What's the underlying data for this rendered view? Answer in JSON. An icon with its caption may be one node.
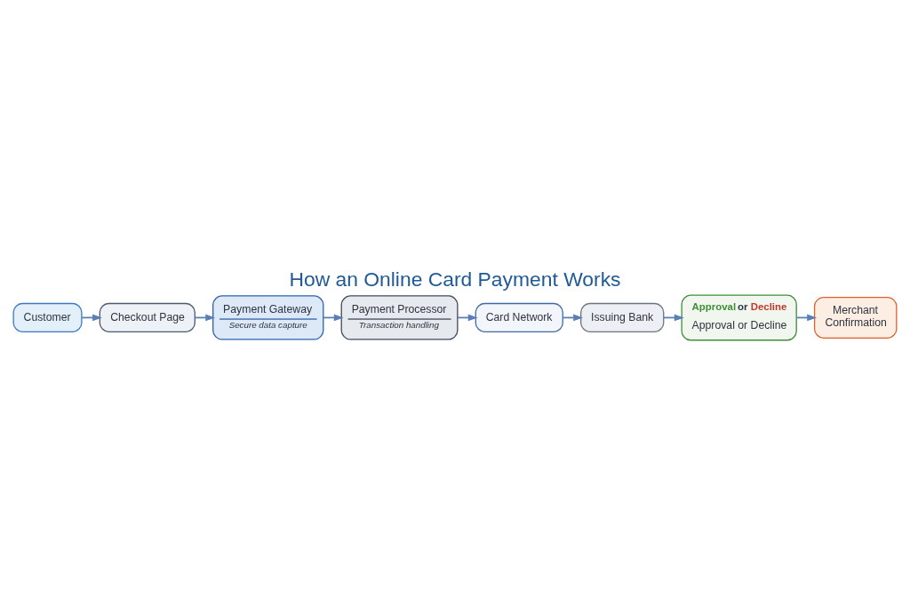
{
  "diagram": {
    "title": "How an Online Card Payment Works",
    "nodes": [
      {
        "text": [
          "Customer"
        ]
      },
      {
        "text": [
          "Checkout Page"
        ]
      },
      {
        "text": [
          "Payment Gateway",
          "Secure data capture"
        ]
      },
      {
        "text": [
          "Payment Processor",
          "Transaction handling"
        ]
      },
      {
        "text": [
          "Card Network"
        ]
      },
      {
        "text": [
          "Issuing Bank"
        ]
      },
      {
        "text": [
          "Approval or Decline",
          "Approval or Decline"
        ]
      },
      {
        "text": [
          "Merchant Confirmation"
        ]
      }
    ],
    "edges": [
      {
        "from": 0,
        "to": 1,
        "arrow": "to"
      },
      {
        "from": 1,
        "to": 2,
        "arrow": "to"
      },
      {
        "from": 2,
        "to": 3,
        "arrow": "to"
      },
      {
        "from": 3,
        "to": 4,
        "arrow": "to"
      },
      {
        "from": 4,
        "to": 5,
        "arrow": "to"
      },
      {
        "from": 5,
        "to": 6,
        "arrow": "to"
      },
      {
        "from": 6,
        "to": 7,
        "arrow": "to"
      }
    ]
  }
}
